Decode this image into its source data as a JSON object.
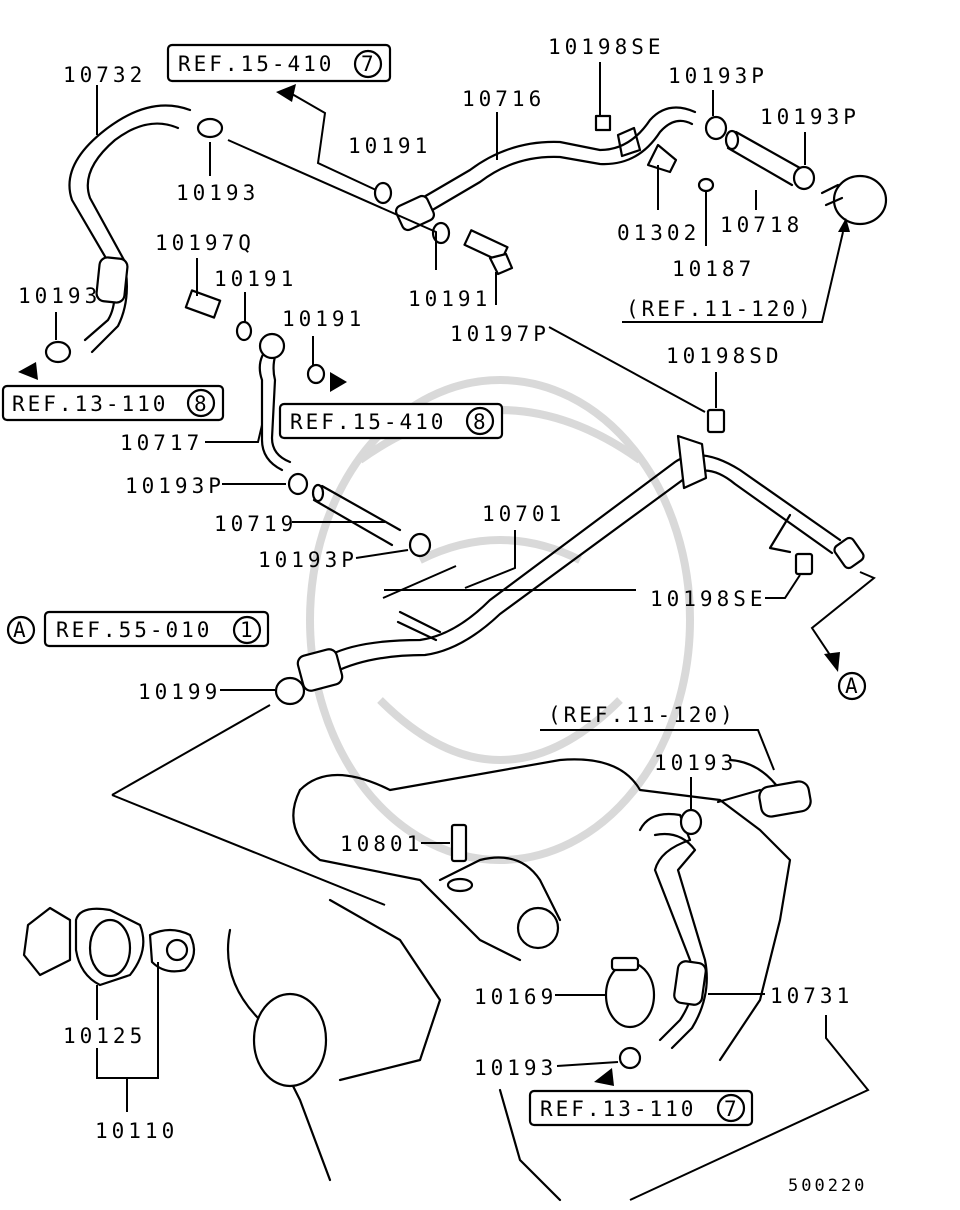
{
  "diagram_id": "500220",
  "colors": {
    "ink": "#000000",
    "paper": "#ffffff",
    "watermark": "#d9d9d9"
  },
  "part_numbers": {
    "p10732": "10732",
    "p10193_top": "10193",
    "p10191_top": "10191",
    "p10716": "10716",
    "p10198SE_top": "10198SE",
    "p10193P_a": "10193P",
    "p10193P_b": "10193P",
    "p01302": "01302",
    "p10718": "10718",
    "p10187": "10187",
    "p10191_mid": "10191",
    "p10197P": "10197P",
    "p10197Q": "10197Q",
    "p10191_left": "10191",
    "p10193_left": "10193",
    "p10191_right": "10191",
    "p10717": "10717",
    "p10193P_c": "10193P",
    "p10719": "10719",
    "p10193P_d": "10193P",
    "p10701": "10701",
    "p10198SD": "10198SD",
    "p10198SE_mid": "10198SE",
    "p10199": "10199",
    "p10193_lower": "10193",
    "p10801": "10801",
    "p10169": "10169",
    "p10731": "10731",
    "p10193_bottom": "10193",
    "p10125": "10125",
    "p10110": "10110"
  },
  "references": {
    "ref_15_410_7": {
      "text": "REF.15-410",
      "circle": "7"
    },
    "ref_13_110_8": {
      "text": "REF.13-110",
      "circle": "8"
    },
    "ref_15_410_8": {
      "text": "REF.15-410",
      "circle": "8"
    },
    "ref_55_010_1": {
      "text": "REF.55-010",
      "circle": "1",
      "marker": "A"
    },
    "ref_13_110_7": {
      "text": "REF.13-110",
      "circle": "7"
    },
    "ref_11_120_top": "(REF.11-120)",
    "ref_11_120_mid": "(REF.11-120)",
    "marker_A": "A"
  }
}
